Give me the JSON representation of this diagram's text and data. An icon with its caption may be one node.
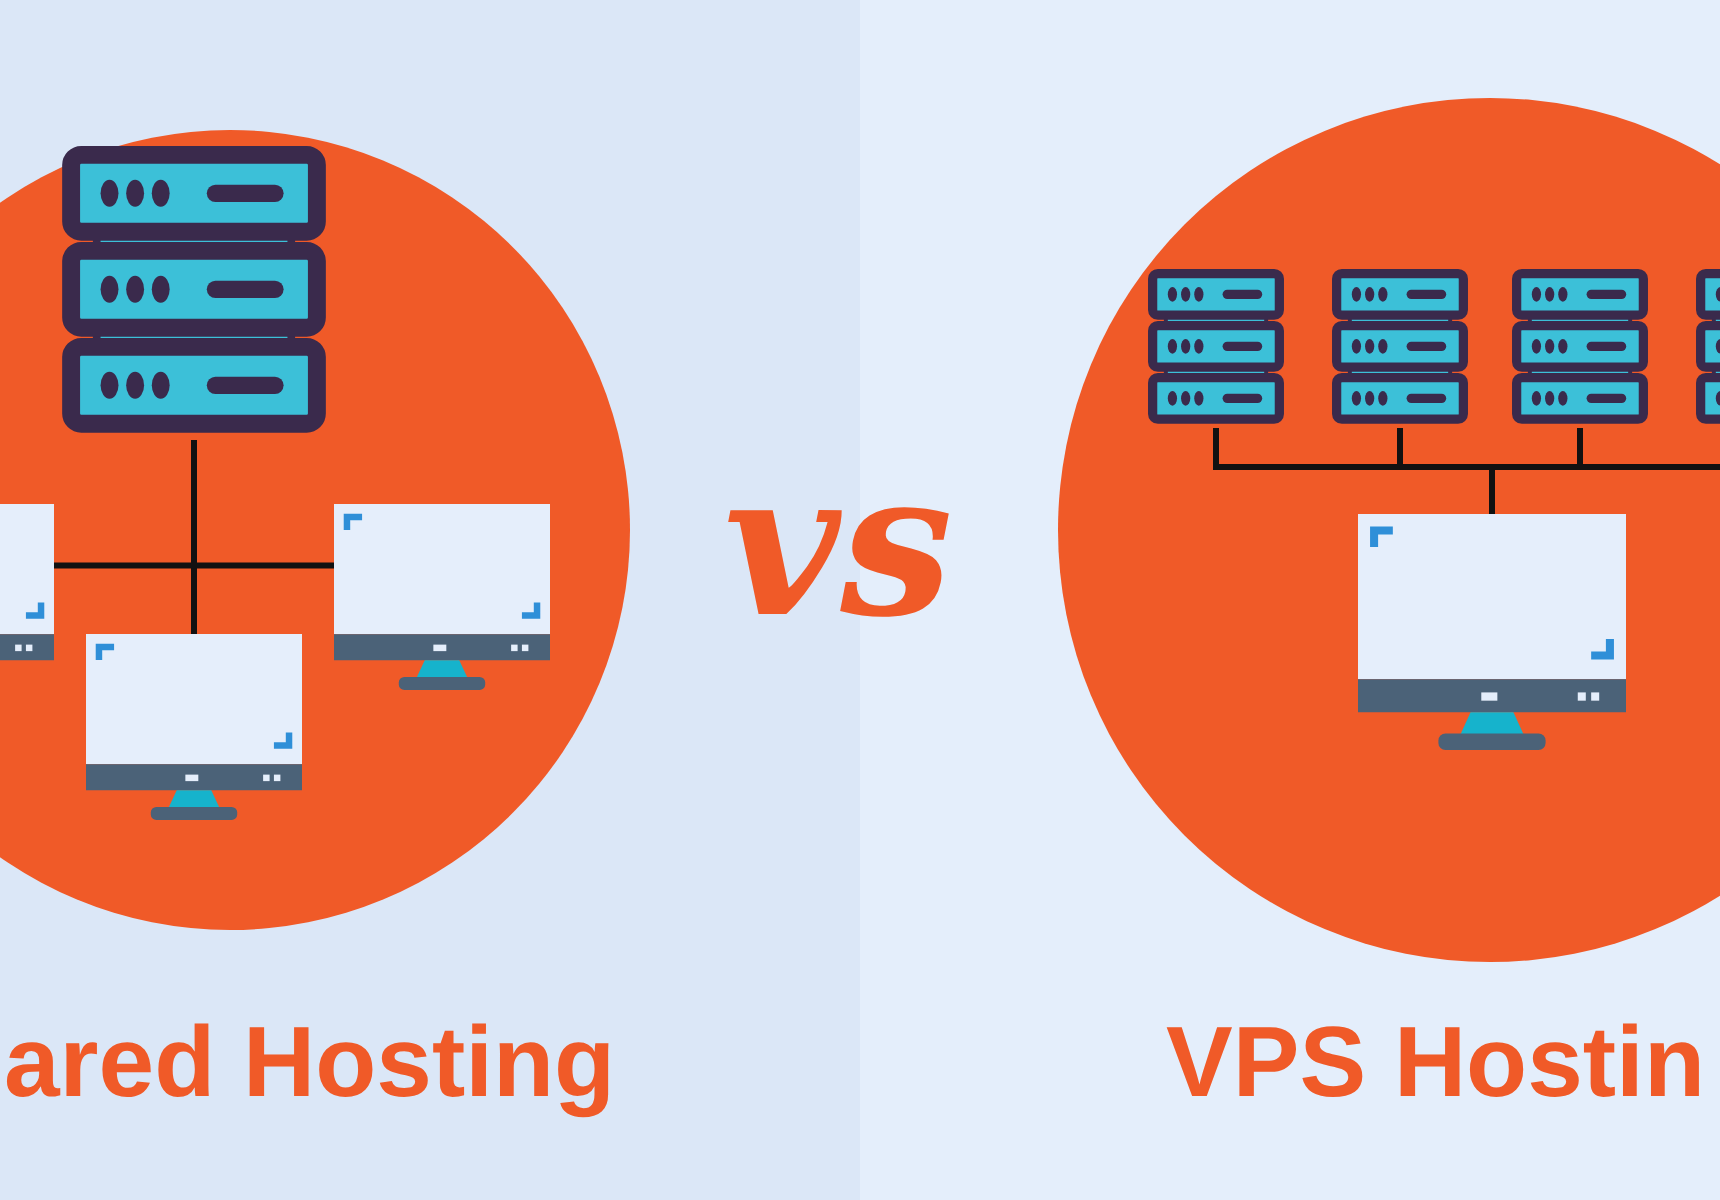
{
  "diagram": {
    "nodes": [
      {
        "text": [],
        "shape": "picture"
      },
      {
        "text": [],
        "shape": "picture"
      },
      {
        "text": [],
        "shape": "picture"
      },
      {
        "text": [],
        "shape": "picture"
      },
      {
        "text": [],
        "shape": "picture"
      },
      {
        "text": [],
        "shape": "picture"
      },
      {
        "text": [],
        "shape": "picture"
      },
      {
        "text": [],
        "shape": "picture"
      },
      {
        "text": [],
        "shape": "picture"
      }
    ],
    "edges": [
      {
        "from": 0,
        "to": 1,
        "arrow": "none"
      },
      {
        "from": 0,
        "to": 2,
        "arrow": "none"
      },
      {
        "from": 0,
        "to": 3,
        "arrow": "none"
      },
      {
        "from": 4,
        "to": 8,
        "arrow": "none"
      },
      {
        "from": 5,
        "to": 8,
        "arrow": "none"
      },
      {
        "from": 6,
        "to": 8,
        "arrow": "none"
      },
      {
        "from": 7,
        "to": 8,
        "arrow": "none"
      }
    ],
    "labels": [
      "ared Hosting",
      "vs",
      "VPS Hostin"
    ]
  }
}
